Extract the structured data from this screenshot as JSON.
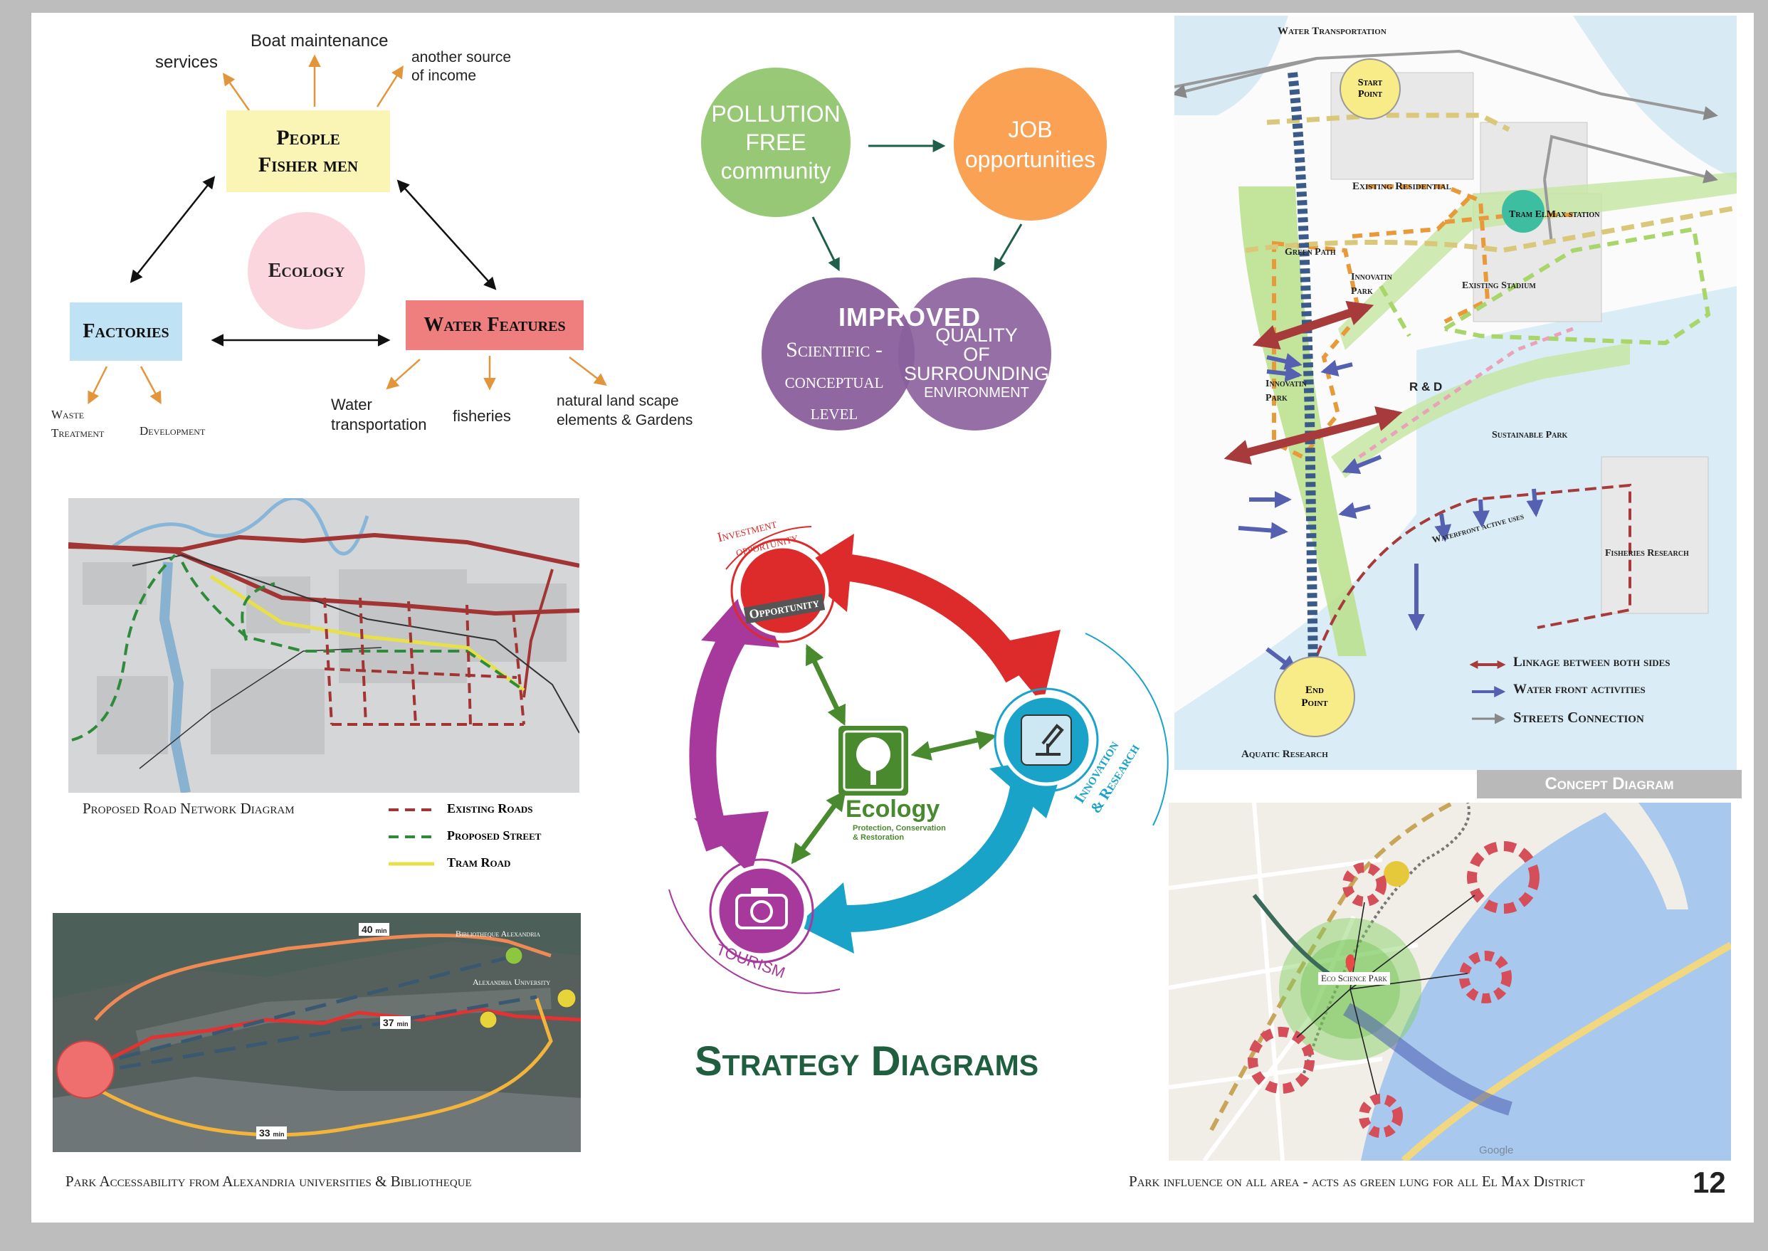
{
  "colors": {
    "people_box": "#faf5b4",
    "factories_box": "#bfe3f4",
    "water_box": "#ef7f7f",
    "ecology_circle": "#fbd6de",
    "pollution_circle": "#8fc46a",
    "job_circle": "#fa9a45",
    "improved_circle": "#8a5f9c",
    "existing_roads": "#a23434",
    "proposed_street": "#2e8b3a",
    "tram_road": "#e8e04a",
    "title_green": "#1f5e3e",
    "strategy_red": "#dd2a2a",
    "strategy_blue": "#1aa3c9",
    "strategy_purple": "#a8399c",
    "strategy_green": "#4a8a2e"
  },
  "top_left": {
    "people": "People",
    "fishermen": "Fisher men",
    "ecology": "Ecology",
    "factories": "Factories",
    "water_features": "Water Features",
    "services": "services",
    "boat_maintenance": "Boat maintenance",
    "another_source_1": "another source",
    "another_source_2": "of income",
    "waste_1": "Waste",
    "waste_2": "Treatment",
    "development": "Development",
    "water_transport_1": "Water",
    "water_transport_2": "transportation",
    "fisheries": "fisheries",
    "natural_1": "natural land scape",
    "natural_2": "elements & Gardens"
  },
  "top_middle": {
    "pollution_1": "POLLUTION",
    "pollution_2": "FREE",
    "pollution_3": "community",
    "job_1": "JOB",
    "job_2": "opportunities",
    "improved": "IMPROVED",
    "scientific_1": "Scientific -",
    "scientific_2": "conceptual",
    "scientific_3": "level",
    "quality_1": "QUALITY",
    "quality_2": "OF",
    "quality_3": "SURROUNDING",
    "quality_4": "ENVIRONMENT"
  },
  "road_network": {
    "title": "Proposed Road Network Diagram",
    "legend": [
      {
        "label": "Existing Roads"
      },
      {
        "label": "Proposed Street"
      },
      {
        "label": "Tram Road"
      }
    ]
  },
  "accessibility": {
    "title": "Park Accessability from Alexandria universities & Bibliotheque",
    "bibliotheque": "Bibliotheque Alexandria",
    "university": "Alexandria University",
    "time_40": "40",
    "time_37": "37",
    "time_33": "33",
    "min": "min"
  },
  "strategy": {
    "title": "Strategy Diagrams",
    "investment_1": "Investment",
    "investment_2": "opportunity",
    "opportunity_badge": "Opportunity",
    "innovation_1": "Innovation",
    "innovation_2": "& Research",
    "tourism": "TOURISM",
    "ecology": "Ecology",
    "ecology_sub_1": "Protection, Conservation",
    "ecology_sub_2": "& Restoration"
  },
  "concept": {
    "water_transportation": "Water Transportation",
    "start_1": "Start",
    "start_2": "Point",
    "existing_residential": "Existing Residential",
    "tram_station": "Tram ElMax station",
    "green_path": "Green Path",
    "innovatin_park_1": "Innovatin",
    "innovatin_park_2": "Park",
    "existing_stadium": "Existing Stadium",
    "innovatin_left_1": "Innovatin",
    "innovatin_left_2": "Park",
    "rd": "R & D",
    "sustainable_park": "Sustainable Park",
    "waterfront_uses": "Waterfront active uses",
    "fisheries_research": "Fisheries Research",
    "end_1": "End",
    "end_2": "Point",
    "aquatic_research": "Aquatic Research",
    "legend_linkage": "Linkage between both sides",
    "legend_water_front": "Water front activities",
    "legend_streets": "Streets Connection",
    "title": "Concept Diagram"
  },
  "influence": {
    "eco_park": "Eco Science Park",
    "google": "Google",
    "title": "Park influence on all area -  acts as green lung for all El Max District",
    "page_number": "12"
  }
}
